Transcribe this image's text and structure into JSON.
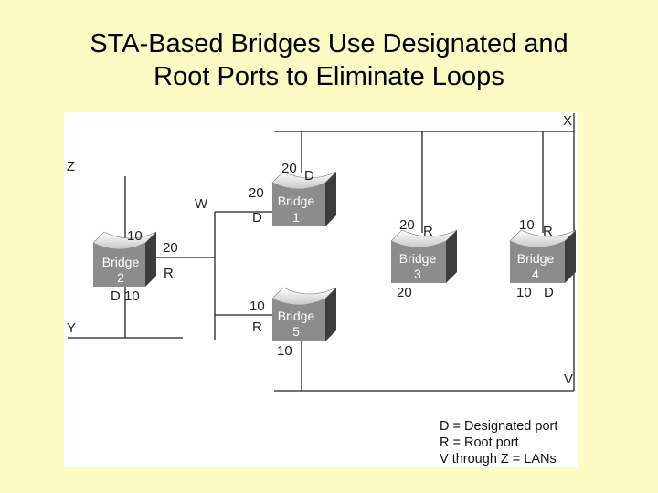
{
  "title": {
    "line1": "STA-Based Bridges Use Designated and",
    "line2": "Root Ports to Eliminate Loops"
  },
  "lans": {
    "x": "X",
    "z": "Z",
    "w": "W",
    "y": "Y",
    "v": "V"
  },
  "bridges": {
    "b1": {
      "name": "Bridge",
      "num": "1",
      "top_cost": "20",
      "top_role": "D",
      "left_cost": "20",
      "left_role": "D"
    },
    "b2": {
      "name": "Bridge",
      "num": "2",
      "top_cost": "10",
      "right_cost": "20",
      "right_role": "R",
      "bottom": "D 10"
    },
    "b3": {
      "name": "Bridge",
      "num": "3",
      "top_cost": "20",
      "top_role": "R",
      "bottom_cost": "20"
    },
    "b4": {
      "name": "Bridge",
      "num": "4",
      "top_cost": "10",
      "top_role": "R",
      "bottom_cost": "10",
      "bottom_role": "D"
    },
    "b5": {
      "name": "Bridge",
      "num": "5",
      "left_cost": "10",
      "left_role": "R",
      "bottom_cost": "10"
    }
  },
  "legend": {
    "line1": "D = Designated port",
    "line2": "R = Root port",
    "line3": "V through Z = LANs"
  },
  "colors": {
    "background": "#fbfbc3",
    "bridge_front": "#8c8c8c",
    "bridge_side": "#3c3c3c",
    "line": "#222222"
  }
}
